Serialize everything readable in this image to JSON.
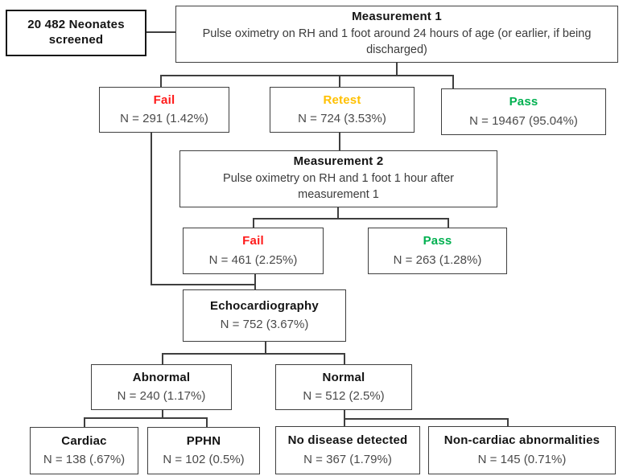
{
  "diagram": {
    "type": "flowchart",
    "topic": "Neonatal pulse oximetry screening flow",
    "colors": {
      "fail": "#FF1A1A",
      "retest": "#FFC000",
      "pass": "#00B050",
      "line": "#3f3f3f"
    },
    "nodes": {
      "screened": {
        "title": "20 482 Neonates screened"
      },
      "measurement1": {
        "title": "Measurement 1",
        "body": "Pulse oximetry on RH and 1 foot around 24 hours of age (or earlier, if being discharged)"
      },
      "fail1": {
        "title": "Fail",
        "value": "N = 291 (1.42%)"
      },
      "retest": {
        "title": "Retest",
        "value": "N = 724 (3.53%)"
      },
      "pass1": {
        "title": "Pass",
        "value": "N = 19467 (95.04%)"
      },
      "measurement2": {
        "title": "Measurement 2",
        "body": "Pulse oximetry on RH and 1 foot 1 hour after measurement 1"
      },
      "fail2": {
        "title": "Fail",
        "value": "N = 461 (2.25%)"
      },
      "pass2": {
        "title": "Pass",
        "value": "N = 263 (1.28%)"
      },
      "echo": {
        "title": "Echocardiography",
        "value": "N = 752 (3.67%)"
      },
      "abnormal": {
        "title": "Abnormal",
        "value": "N = 240 (1.17%)"
      },
      "normal": {
        "title": "Normal",
        "value": "N = 512 (2.5%)"
      },
      "cardiac": {
        "title": "Cardiac",
        "value": "N = 138 (.67%)"
      },
      "pphn": {
        "title": "PPHN",
        "value": "N = 102 (0.5%)"
      },
      "no_disease": {
        "title": "No disease detected",
        "value": "N = 367 (1.79%)"
      },
      "non_cardiac": {
        "title": "Non-cardiac abnormalities",
        "value": "N = 145 (0.71%)"
      }
    }
  }
}
